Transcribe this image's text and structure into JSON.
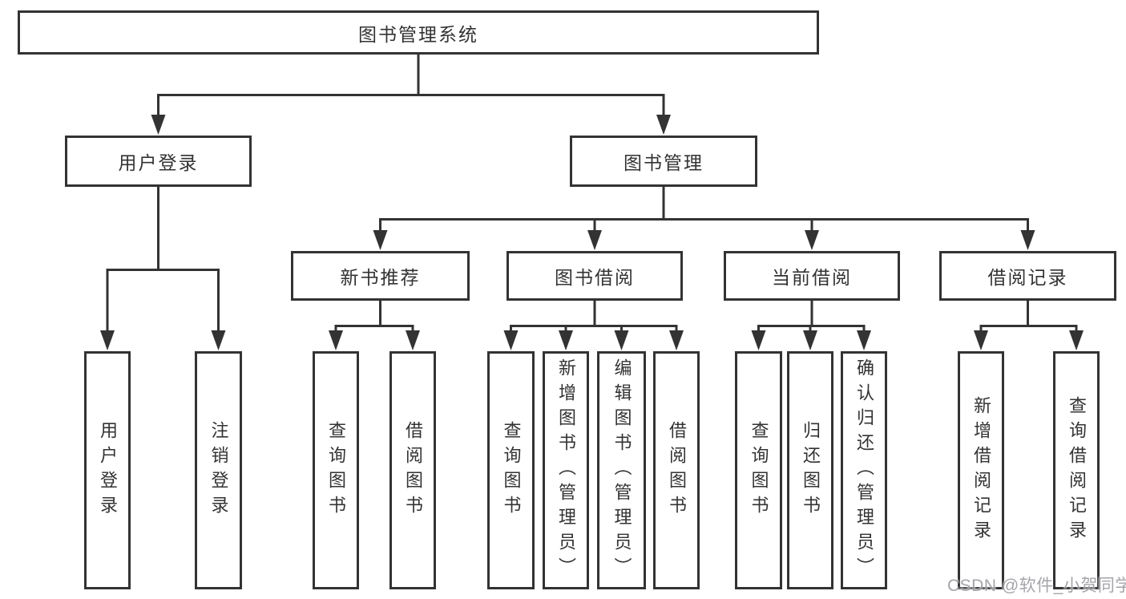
{
  "colors": {
    "line": "#333333",
    "text": "#333333",
    "background": "#ffffff",
    "watermark": "#9b9ba3"
  },
  "watermark": {
    "text": "CSDN @软件_小贺同学"
  },
  "tree": {
    "label": "图书管理系统",
    "children": [
      {
        "label": "用户登录",
        "children": [
          {
            "label": "用户登录"
          },
          {
            "label": "注销登录"
          }
        ]
      },
      {
        "label": "图书管理",
        "children": [
          {
            "label": "新书推荐",
            "children": [
              {
                "label": "查询图书"
              },
              {
                "label": "借阅图书"
              }
            ]
          },
          {
            "label": "图书借阅",
            "children": [
              {
                "label": "查询图书"
              },
              {
                "label": "新增图书（管理员）"
              },
              {
                "label": "编辑图书（管理员）"
              },
              {
                "label": "借阅图书"
              }
            ]
          },
          {
            "label": "当前借阅",
            "children": [
              {
                "label": "查询图书"
              },
              {
                "label": "归还图书"
              },
              {
                "label": "确认归还（管理员）"
              }
            ]
          },
          {
            "label": "借阅记录",
            "children": [
              {
                "label": "新增借阅记录"
              },
              {
                "label": "查询借阅记录"
              }
            ]
          }
        ]
      }
    ]
  }
}
